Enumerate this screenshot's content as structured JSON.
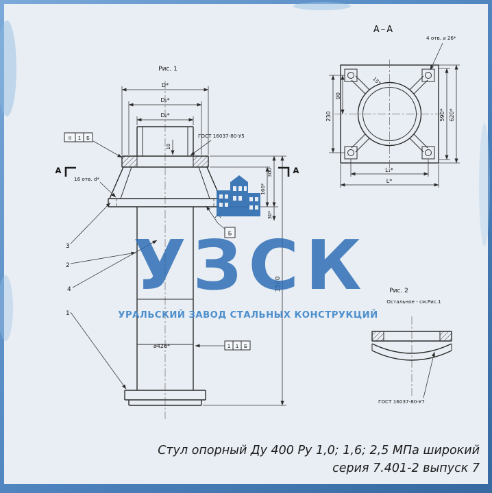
{
  "colors": {
    "accent_blue": "#2e6db4",
    "frame_blue": "#4a82c0",
    "line": "#2b2b2b",
    "paper": "#e9eef4"
  },
  "caption": {
    "line1": "Стул опорный Ду 400 Ру 1,0; 1,6; 2,5 МПа широкий",
    "line2": "серия 7.401-2 выпуск 7"
  },
  "watermark": {
    "logo": "УЗСК",
    "subtitle": "УРАЛЬСКИЙ ЗАВОД СТАЛЬНЫХ КОНСТРУКЦИЙ"
  },
  "fig1": {
    "title": "Рис. 1",
    "dim_D": "D*",
    "dim_D1": "D₁*",
    "dim_D2": "D₂*",
    "dim_10": "10",
    "dim_300": "300",
    "dim_160": "160*",
    "dim_30": "30*",
    "dim_1500": "1500",
    "dim_dia426": "⌀426*",
    "holes_note": "16 отв. d*",
    "gost_note": "ГОСТ 16037-80-У5",
    "flag_top": [
      "II",
      "1",
      "Б"
    ],
    "flag_mid": [
      "1",
      "1",
      "Б"
    ],
    "weld_ref": "Б",
    "part_1": "1",
    "part_2": "2",
    "part_3": "3",
    "part_4": "4",
    "section_letter": "А"
  },
  "sectionAA": {
    "title": "А–А",
    "holes_note": "4 отв. ⌀ 26*",
    "angle_15": "15°",
    "dim_230": "230",
    "dim_90": "90",
    "dim_590": "590*",
    "dim_620": "620*",
    "dim_L1": "L₁*",
    "dim_L": "L*"
  },
  "fig2": {
    "title": "Рис. 2",
    "note": "Остальное - см.Рис.1",
    "gost_note": "ГОСТ 16037-80-У7"
  }
}
